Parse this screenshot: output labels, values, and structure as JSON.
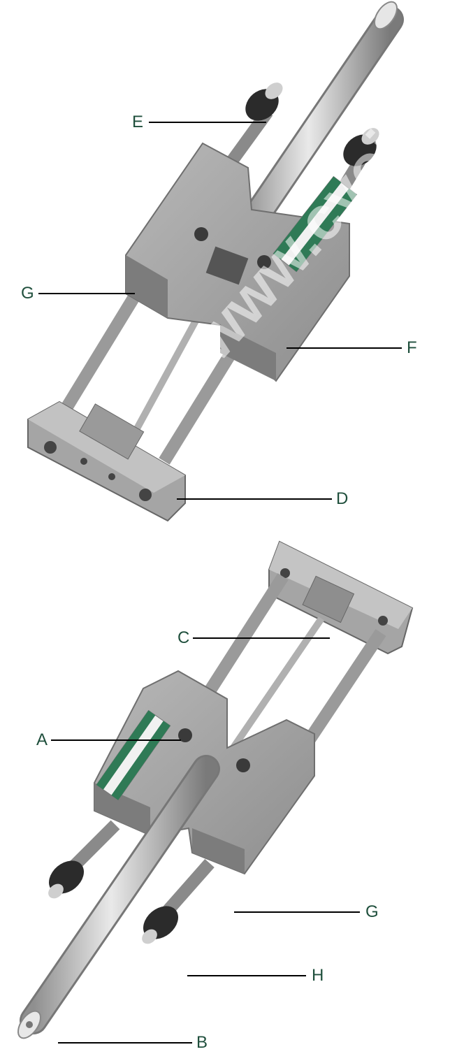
{
  "callouts": {
    "E": "E",
    "G_top": "G",
    "F": "F",
    "D": "D",
    "C": "C",
    "A": "A",
    "G_bottom": "G",
    "H": "H",
    "B": "B"
  },
  "colors": {
    "label_green": "#1f4f3c",
    "metal_light": "#d4d4d4",
    "metal_mid": "#a9a9a9",
    "metal_dark": "#6f6f6f",
    "plate_label": "#2f7a56"
  },
  "watermark": "www.cyoil.com"
}
